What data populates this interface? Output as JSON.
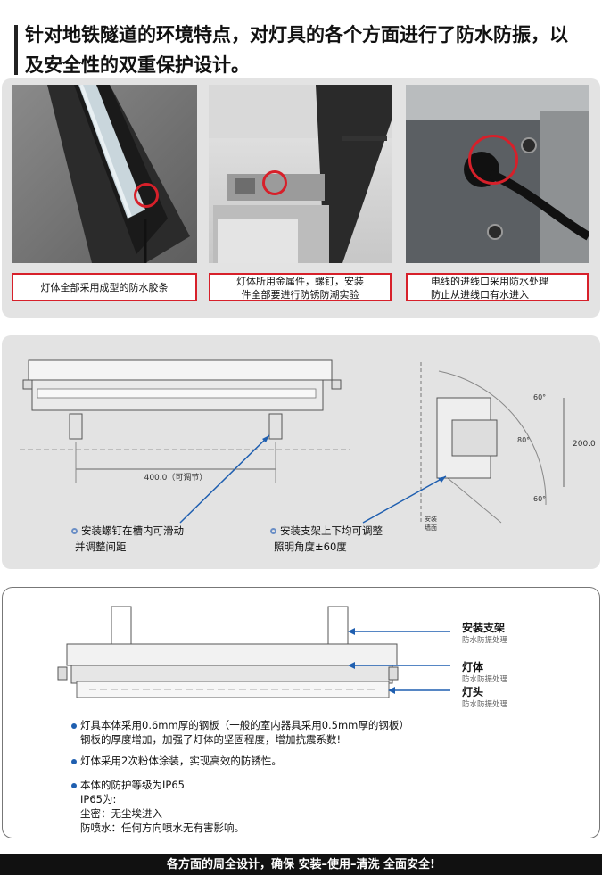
{
  "heading": {
    "line1": "针对地铁隧道的环境特点，对灯具的各个方面进行了防水防振，以",
    "line2": "及安全性的双重保护设计。"
  },
  "photos": [
    {
      "caption_lines": [
        "灯体全部采用成型的防水胶条"
      ]
    },
    {
      "caption_lines": [
        "灯体所用金属件，螺钉，安装",
        "件全部要进行防锈防潮实验"
      ]
    },
    {
      "caption_lines": [
        "电线的进线口采用防水处理",
        "防止从进线口有水进入"
      ]
    }
  ],
  "drawing": {
    "dimension_400": "400.0（可调节）",
    "dimension_200": "200.0",
    "angle_top": "60°",
    "angle_mid": "80°",
    "angle_bottom": "60°",
    "wall_label_1": "安装",
    "wall_label_2": "墙面",
    "note1_line1": "安装螺钉在槽内可滑动",
    "note1_line2": "并调整间距",
    "note2_line1": "安装支架上下均可调整",
    "note2_line2": "照明角度±60度"
  },
  "structure": {
    "parts": [
      {
        "title": "安装支架",
        "sub": "防水防振处理"
      },
      {
        "title": "灯体",
        "sub": "防水防振处理"
      },
      {
        "title": "灯头",
        "sub": "防水防振处理"
      }
    ],
    "spec1_line1": "灯具本体采用0.6mm厚的钢板（一般的室内器具采用0.5mm厚的钢板）",
    "spec1_line2": "钢板的厚度增加，加强了灯体的坚固程度，增加抗震系数!",
    "spec2": "灯体采用2次粉体涂装，实现高效的防锈性。",
    "spec3_line1": "本体的防护等级为IP65",
    "spec3_line2": "IP65为:",
    "spec3_line3": "尘密：无尘埃进入",
    "spec3_line4": "防喷水：任何方向喷水无有害影响。"
  },
  "footer": {
    "text": "各方面的周全设计，确保 安装–使用–清洗 全面安全!"
  },
  "colors": {
    "accent_red": "#d7202a",
    "accent_blue": "#1f5fb0"
  }
}
